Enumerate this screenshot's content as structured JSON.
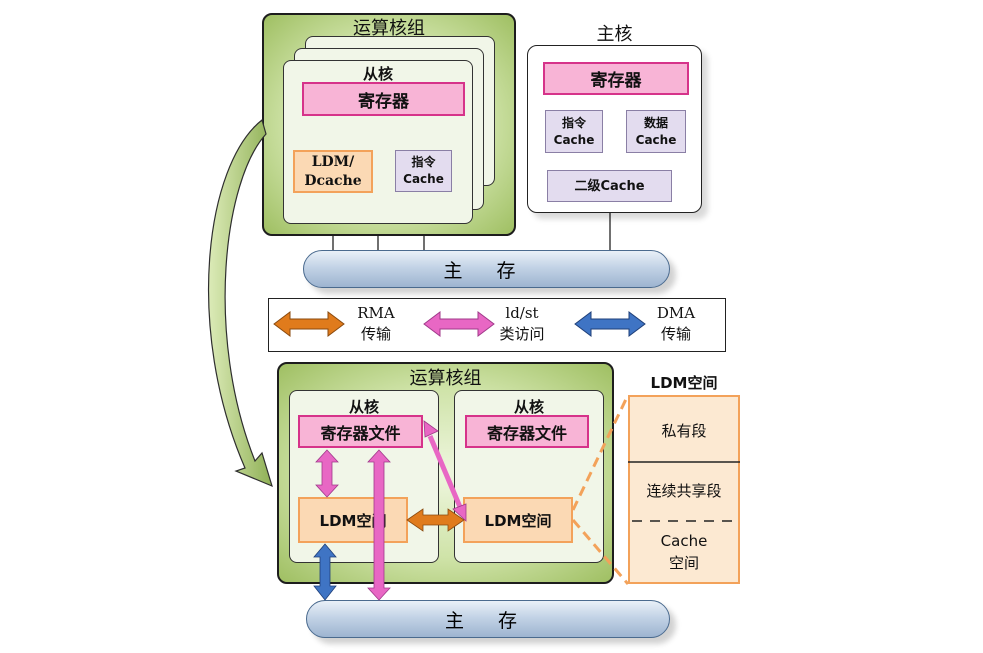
{
  "top": {
    "cluster_title": "运算核组",
    "slave_title": "从核",
    "slave_register": "寄存器",
    "slave_ldm": "LDM/\nDcache",
    "slave_icache": "指令\nCache",
    "master_title": "主核",
    "master_register": "寄存器",
    "master_icache": "指令\nCache",
    "master_dcache": "数据\nCache",
    "master_l2": "二级Cache",
    "main_memory": "主 存"
  },
  "legend": {
    "rma": "RMA\n传输",
    "ldst": "ld/st\n类访问",
    "dma": "DMA\n传输"
  },
  "bottom": {
    "cluster_title": "运算核组",
    "slave1_title": "从核",
    "slave1_register": "寄存器文件",
    "slave1_ldm": "LDM空间",
    "slave2_title": "从核",
    "slave2_register": "寄存器文件",
    "slave2_ldm": "LDM空间",
    "main_memory": "主 存"
  },
  "ldm_detail": {
    "title": "LDM空间",
    "private": "私有段",
    "shared": "连续共享段",
    "cache": "Cache\n空间"
  },
  "colors": {
    "rma": "#e07b1c",
    "ldst": "#e867c4",
    "dma": "#3f74c4",
    "cluster_green": "#a9c66f",
    "register_pink": "#f8b4d6",
    "ldm_orange": "#fbd9b4"
  }
}
